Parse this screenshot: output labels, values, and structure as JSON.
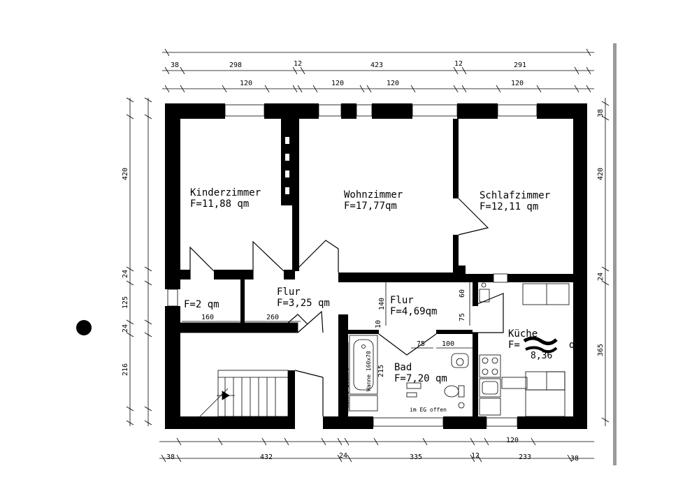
{
  "rooms": {
    "kinderzimmer": {
      "name": "Kinderzimmer",
      "area": "F=11,88 qm"
    },
    "wohnzimmer": {
      "name": "Wohnzimmer",
      "area": "F=17,77qm"
    },
    "schlafzimmer": {
      "name": "Schlafzimmer",
      "area": "F=12,11 qm"
    },
    "abstell": {
      "area": "F=2 qm"
    },
    "flur1": {
      "name": "Flur",
      "area": "F=3,25 qm"
    },
    "flur2": {
      "name": "Flur",
      "area": "F=4,69qm"
    },
    "bad": {
      "name": "Bad",
      "area": "F=7,20 qm"
    },
    "kueche": {
      "name": "Küche",
      "area_prefix": "F=",
      "area_suffix": "qm",
      "area_handwritten": "8,36"
    }
  },
  "fixtures": {
    "wanne": "Wanne 160x70",
    "wanne2": "Wanne 160x70",
    "eg_note": "im EG offen"
  },
  "dims": {
    "top1": [
      "38",
      "298",
      "12",
      "423",
      "12",
      "291"
    ],
    "top2": [
      "120",
      "120",
      "120",
      "120"
    ],
    "left": [
      "420",
      "24",
      "125",
      "24",
      "216"
    ],
    "right": [
      "38",
      "420",
      "24",
      "365"
    ],
    "bottom1": [
      "120"
    ],
    "bottom2": [
      "38",
      "432",
      "24",
      "335",
      "12",
      "233",
      "38"
    ],
    "inner": [
      "160",
      "260",
      "140",
      "10",
      "75",
      "60",
      "75",
      "100",
      "215"
    ]
  },
  "colors": {
    "ink": "#000000",
    "paper": "#ffffff",
    "edge": "#9a9a9a"
  }
}
